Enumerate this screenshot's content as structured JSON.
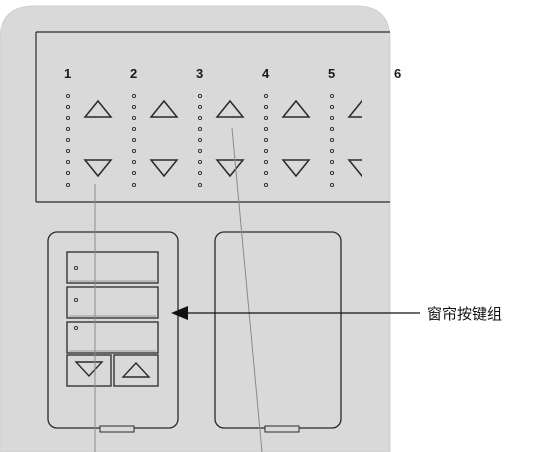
{
  "columns": [
    "1",
    "2",
    "3",
    "4",
    "5",
    "6"
  ],
  "callout": {
    "label": "窗帘按键组"
  },
  "icons": {
    "up": "triangle-up-icon",
    "down": "triangle-down-icon",
    "led": "led-dot-icon",
    "arrow": "arrow-left-icon"
  },
  "colors": {
    "panel": "#d9d9d9",
    "panel_edge": "#cfcfcf",
    "line": "#2a2a2a",
    "text": "#1a1a1a"
  }
}
